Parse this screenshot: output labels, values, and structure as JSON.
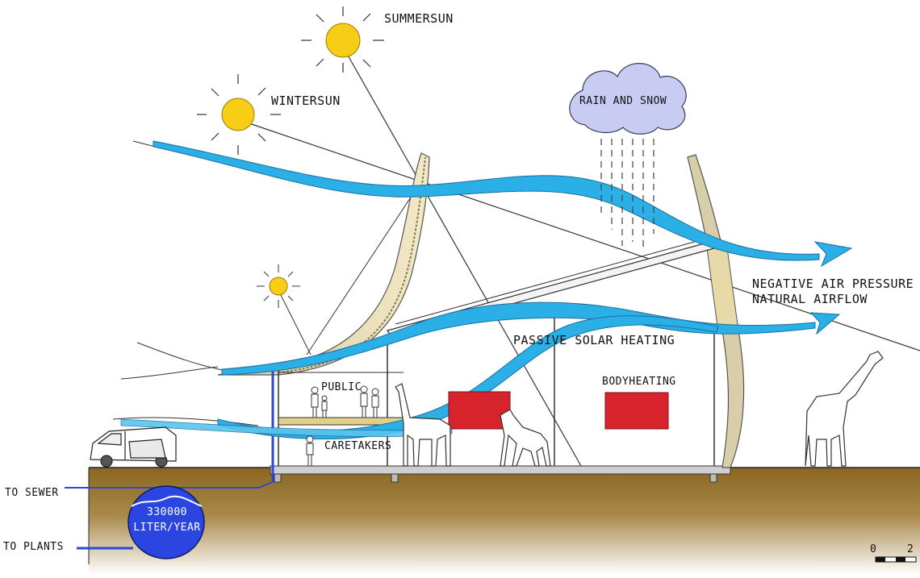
{
  "labels": {
    "summer_sun": "SUMMERSUN",
    "winter_sun": "WINTERSUN",
    "rain_snow": "RAIN AND SNOW",
    "negative_pressure_line1": "NEGATIVE AIR PRESSURE",
    "negative_pressure_line2": "NATURAL AIRFLOW",
    "passive_solar": "PASSIVE SOLAR HEATING",
    "body_heating": "BODYHEATING",
    "public": "PUBLIC",
    "caretakers": "CARETAKERS",
    "to_sewer": "TO SEWER",
    "to_plants": "TO PLANTS",
    "tank_line1": "330000",
    "tank_line2": "LITER/YEAR",
    "scale_0": "0",
    "scale_2": "2"
  },
  "colors": {
    "airflow": "#2ab0e6",
    "airflow_edge": "#1a6fa0",
    "sun": "#f7cd16",
    "cloud": "#c9ccf2",
    "ground": "#8b6a24",
    "tank": "#2b46e0",
    "heater": "#d7232b",
    "shell": "#e8dcb6"
  },
  "icons": [
    "sun-icon",
    "cloud-icon",
    "van-icon",
    "giraffe-icon",
    "person-icon",
    "arrow-icon"
  ]
}
